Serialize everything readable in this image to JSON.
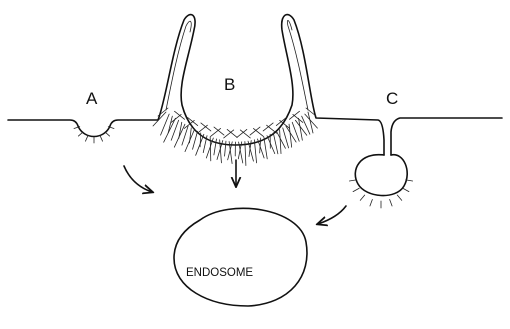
{
  "labels": {
    "a": "A",
    "b": "B",
    "c": "C",
    "endosome": "ENDOSOME"
  }
}
